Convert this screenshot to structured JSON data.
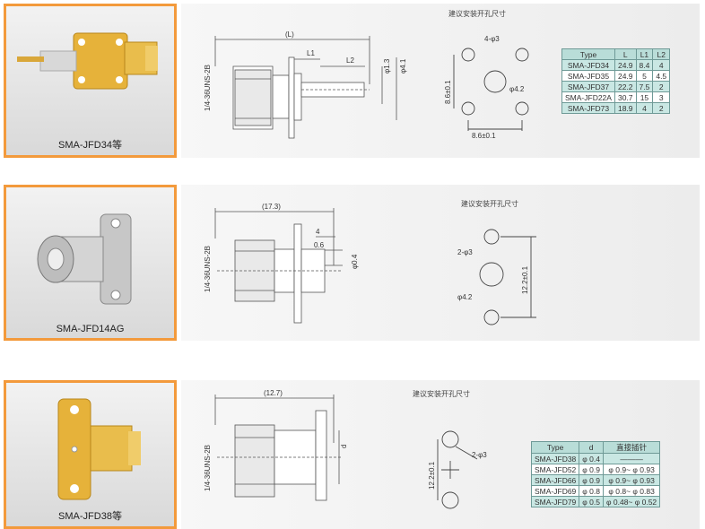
{
  "sections": [
    {
      "caption": "SMA-JFD34等",
      "thread_label": "1/4-36UNS-2B",
      "dim_L": "(L)",
      "dim_L1": "L1",
      "dim_L2": "L2",
      "dim_d13": "φ1.3",
      "dim_d41": "φ4.1",
      "hole_title": "建议安装开孔尺寸",
      "hole_4d3": "4-φ3",
      "hole_d42": "φ4.2",
      "hole_v": "8.6±0.1",
      "hole_h": "8.6±0.1",
      "table_headers": [
        "Type",
        "L",
        "L1",
        "L2"
      ],
      "table_rows": [
        [
          "SMA-JFD34",
          "24.9",
          "8.4",
          "4"
        ],
        [
          "SMA-JFD35",
          "24.9",
          "5",
          "4.5"
        ],
        [
          "SMA-JFD37",
          "22.2",
          "7.5",
          "2"
        ],
        [
          "SMA-JFD22A",
          "30.7",
          "15",
          "3"
        ],
        [
          "SMA-JFD73",
          "18.9",
          "4",
          "2"
        ]
      ]
    },
    {
      "caption": "SMA-JFD14AG",
      "thread_label": "1/4-36UNS-2B",
      "dim_len": "(17.3)",
      "dim_4": "4",
      "dim_06": "0.6",
      "dim_d04": "φ0.4",
      "hole_title": "建议安装开孔尺寸",
      "hole_2d3": "2-φ3",
      "hole_d42": "φ4.2",
      "hole_v": "12.2±0.1"
    },
    {
      "caption": "SMA-JFD38等",
      "thread_label": "1/4-36UNS-2B",
      "dim_len": "(12.7)",
      "dim_d": "d",
      "hole_title": "建议安装开孔尺寸",
      "hole_2d3": "2-φ3",
      "hole_v": "12.2±0.1",
      "table_headers": [
        "Type",
        "d",
        "直接插针"
      ],
      "table_rows": [
        [
          "SMA-JFD38",
          "φ 0.4",
          "———"
        ],
        [
          "SMA-JFD52",
          "φ 0.9",
          "φ 0.9~ φ 0.93"
        ],
        [
          "SMA-JFD66",
          "φ 0.9",
          "φ 0.9~ φ 0.93"
        ],
        [
          "SMA-JFD69",
          "φ 0.8",
          "φ 0.8~ φ 0.83"
        ],
        [
          "SMA-JFD79",
          "φ 0.5",
          "φ 0.48~ φ 0.52"
        ]
      ]
    }
  ]
}
